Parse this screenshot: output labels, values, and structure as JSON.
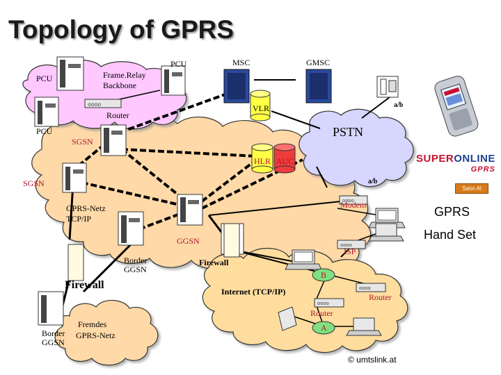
{
  "title": "Topology of GPRS",
  "labels": {
    "pcu_left_top": "PCU",
    "pcu_mid_top": "PCU",
    "pcu_left_bottom": "PCU",
    "frame_relay": "Frame.Relay",
    "backbone": "Backbone",
    "router_top": "Router",
    "msc": "MSC",
    "gmsc": "GMSC",
    "vlr": "VLR",
    "ab_top": "a/b",
    "pstn": "PSTN",
    "sgsn_top": "SGSN",
    "hlr": "HLR",
    "auc": "AUC",
    "sgsn_left": "SGSN",
    "ab_mid": "a/b",
    "modem": "Modem",
    "gprs_netz": "GPRS-Netz",
    "tcp_ip": "TCP/IP",
    "ggsn": "GGSN",
    "isp": "ISP",
    "border": "Border",
    "ggsn_border": "GGSN",
    "firewall_mid": "Firewall",
    "firewall_left": "Firewall",
    "b_node": "B",
    "router_right": "Router",
    "internet": "Internet (TCP/IP)",
    "router_bottom": "Router",
    "a_node": "A",
    "border2": "Border",
    "ggsn2": "GGSN",
    "fremdes": "Fremdes",
    "gprs_netz2": "GPRS-Netz",
    "gprs_side": "GPRS",
    "hand_set": "Hand Set",
    "logo_line1_a": "SUPER",
    "logo_line1_b": "ONLINE",
    "logo_line2": "GPRS",
    "sales_button": "Satın Al",
    "credit": "© umtslink.at"
  },
  "colors": {
    "core_cloud": "#ffd9a8",
    "frame_relay_cloud": "#ffc8ff",
    "pstn_cloud": "#d6d6ff",
    "internet_cloud": "#ffdd9f",
    "cylinder_yellow": "#ffff44",
    "cylinder_red": "#ee3b3b",
    "node_green": "#7fe07f",
    "title_text": "#1a1a1a"
  }
}
